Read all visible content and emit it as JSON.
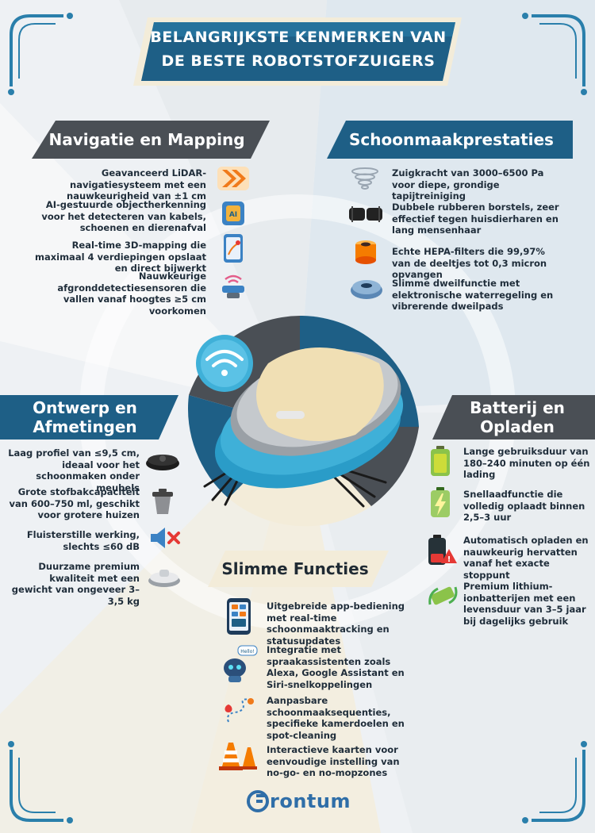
{
  "title": {
    "line1": "BELANGRIJKSTE KENMERKEN VAN",
    "line2": "DE BESTE ROBOTSTOFZUIGERS"
  },
  "sections": {
    "navigation": {
      "heading": "Navigatie en Mapping",
      "items": [
        "Geavanceerd LiDAR-navigatiesysteem met een nauwkeurigheid van ±1 cm",
        "AI-gestuurde objectherkenning voor het detecteren van kabels, schoenen en dierenafval",
        "Real-time 3D-mapping die maximaal 4 verdiepingen opslaat en direct bijwerkt",
        "Nauwkeurige afgronddetectiesensoren die vallen vanaf hoogtes ≥5 cm voorkomen"
      ]
    },
    "cleaning": {
      "heading": "Schoonmaakprestaties",
      "items": [
        "Zuigkracht van 3000–6500 Pa voor diepe, grondige tapijtreiniging",
        "Dubbele rubberen borstels, zeer effectief tegen huisdierharen en lang mensenhaar",
        "Echte HEPA-filters die 99,97% van de deeltjes tot 0,3 micron opvangen",
        "Slimme dweilfunctie met elektronische waterregeling en vibrerende dweilpads"
      ]
    },
    "design": {
      "heading_line1": "Ontwerp en",
      "heading_line2": "Afmetingen",
      "items": [
        "Laag profiel van ≤9,5 cm, ideaal voor het schoonmaken onder meubels",
        "Grote stofbakcapaciteit van 600–750 ml, geschikt voor grotere huizen",
        "Fluisterstille werking, slechts ≤60 dB",
        "Duurzame premium kwaliteit met een gewicht van ongeveer 3–3,5 kg"
      ]
    },
    "battery": {
      "heading_line1": "Batterij en",
      "heading_line2": "Opladen",
      "items": [
        "Lange gebruiksduur van 180–240 minuten op één lading",
        "Snellaadfunctie die volledig oplaadt binnen 2,5–3 uur",
        "Automatisch opladen en nauwkeurig hervatten vanaf het exacte stoppunt",
        "Premium lithium-ionbatterijen met een levensduur van 3–5 jaar bij dagelijks gebruik"
      ]
    },
    "smart": {
      "heading": "Slimme Functies",
      "items": [
        "Uitgebreide app-bediening met real-time schoonmaaktracking en statusupdates",
        "Integratie met spraakassistenten zoals Alexa, Google Assistant en Siri-snelkoppelingen",
        "Aanpasbare schoonmaaksequenties, specifieke kamerdoelen en spot-cleaning",
        "Interactieve kaarten voor eenvoudige instelling van no-go- en no-mopzones"
      ]
    }
  },
  "speech_bubble": "Hello!",
  "brand": "rontum",
  "colors": {
    "navy": "#1e5f86",
    "teal": "#2a7fab",
    "dark_gray": "#4a4f55",
    "cream": "#f3ecd9",
    "robot_blue": "#3fb0d8",
    "bg_light": "#e3e9ee",
    "orange": "#f07a1a"
  }
}
